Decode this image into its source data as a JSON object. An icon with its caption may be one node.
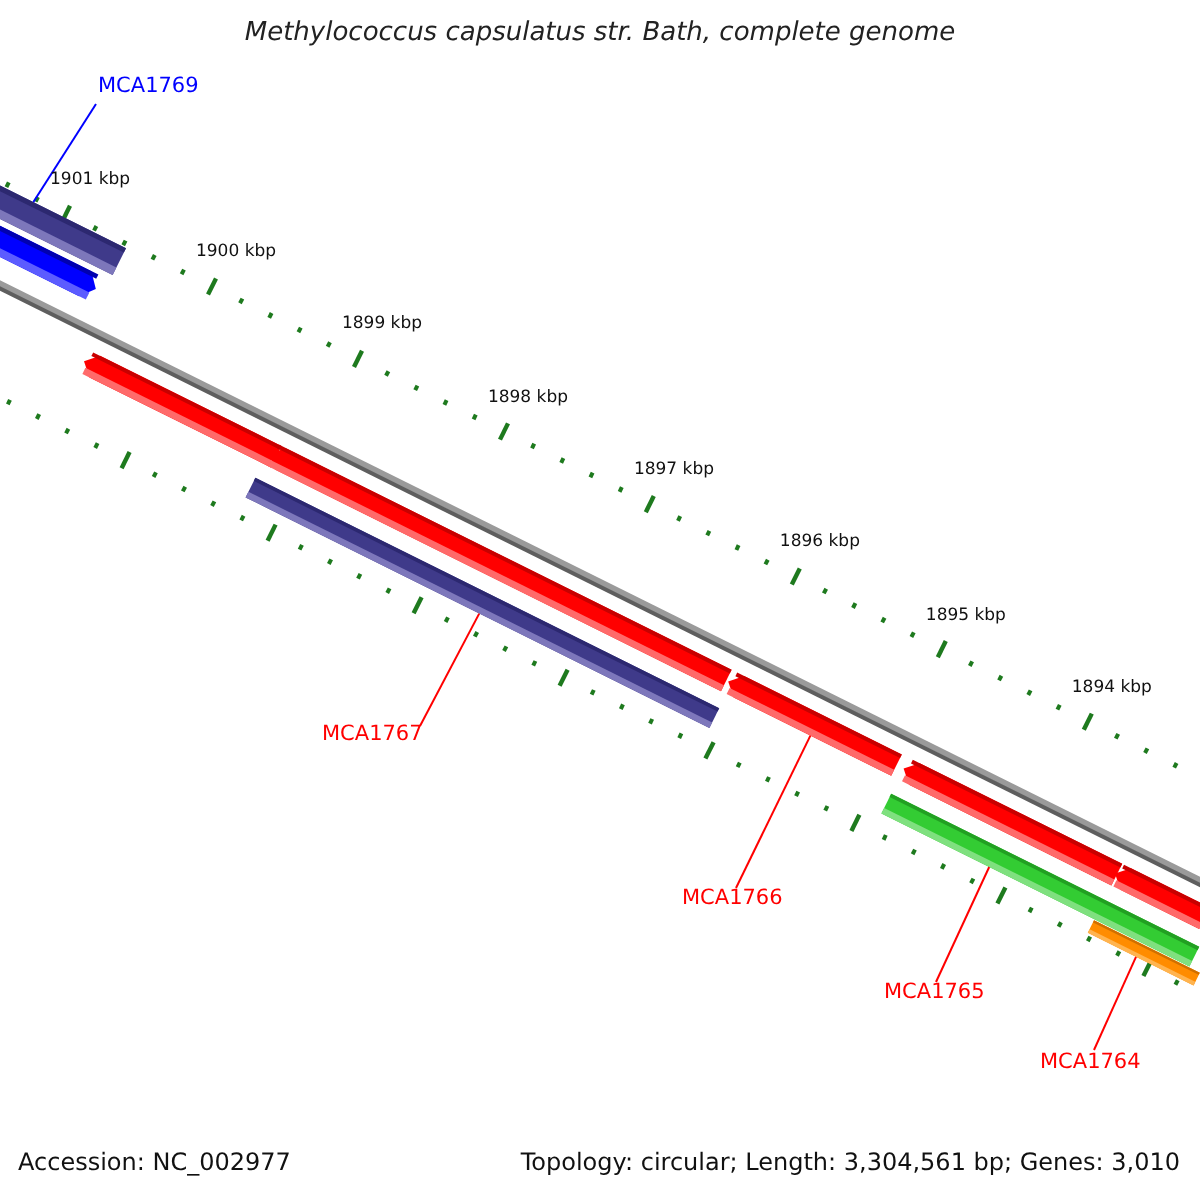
{
  "diagram": {
    "title": "Methylococcus capsulatus str. Bath, complete genome",
    "nodes": [
      {
        "text": [
          "MCA1769"
        ]
      },
      {
        "text": [],
        "shape": "bar"
      },
      {
        "text": [],
        "shape": "bar"
      },
      {
        "text": [],
        "shape": "bar"
      },
      {
        "text": [],
        "shape": "bar"
      },
      {
        "text": [
          "MCA1767"
        ]
      },
      {
        "text": [],
        "shape": "bar"
      },
      {
        "text": [
          "MCA1766"
        ]
      },
      {
        "text": [],
        "shape": "bar"
      },
      {
        "text": [
          "MCA1765"
        ]
      },
      {
        "text": [],
        "shape": "bar"
      },
      {
        "text": [],
        "shape": "bar"
      },
      {
        "text": [],
        "shape": "bar"
      },
      {
        "text": [
          "MCA1764"
        ]
      },
      {
        "text": [],
        "shape": "bar"
      }
    ],
    "edges": [
      {
        "from": 0,
        "to": 1,
        "arrow": "none",
        "color": "#0000ff"
      },
      {
        "from": 5,
        "to": 6,
        "arrow": "none"
      },
      {
        "from": 7,
        "to": 8,
        "arrow": "none"
      },
      {
        "from": 9,
        "to": 10,
        "arrow": "none"
      },
      {
        "from": 13,
        "to": 14,
        "arrow": "none"
      }
    ],
    "labels": [
      "1901 kbp",
      "1900 kbp",
      "1899 kbp",
      "1898 kbp",
      "1897 kbp",
      "1896 kbp",
      "1895 kbp",
      "1894 kbp",
      "Accession: NC_002977",
      "Topology: circular; Length: 3,304,561 bp; Genes: 3,010"
    ]
  }
}
